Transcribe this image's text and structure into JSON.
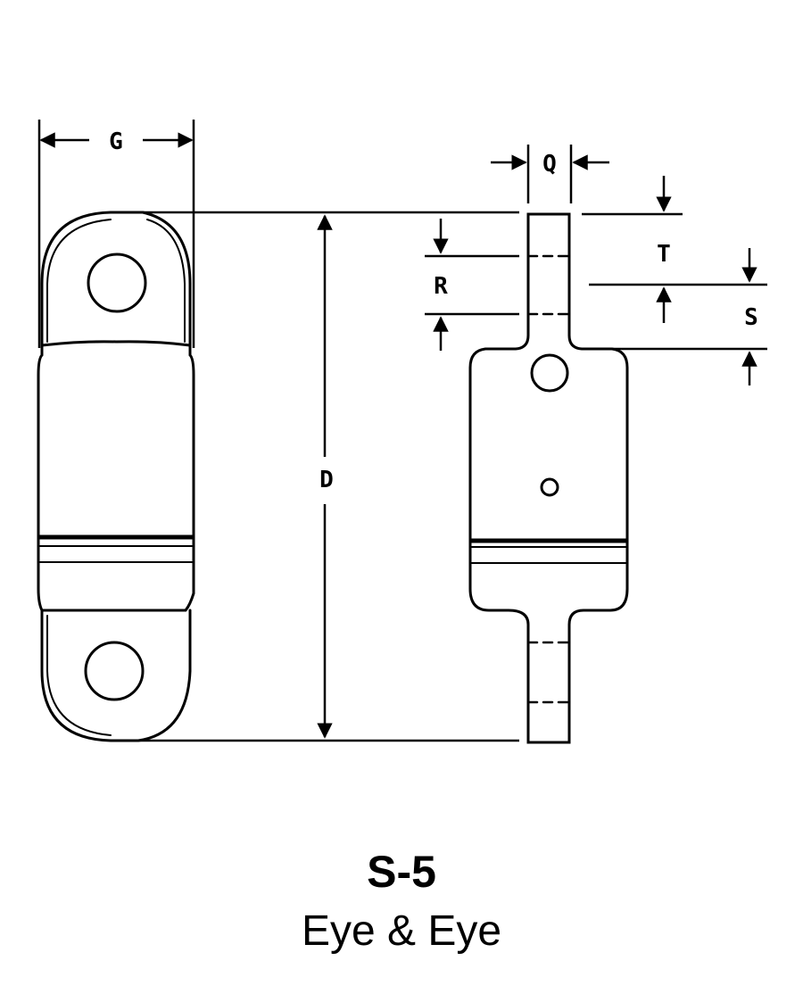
{
  "diagram": {
    "dimension_labels": {
      "G": "G",
      "Q": "Q",
      "T": "T",
      "R": "R",
      "S": "S",
      "D": "D"
    }
  },
  "caption": {
    "model": "S-5",
    "description": "Eye & Eye"
  },
  "colors": {
    "line": "#000000",
    "background": "#ffffff"
  }
}
